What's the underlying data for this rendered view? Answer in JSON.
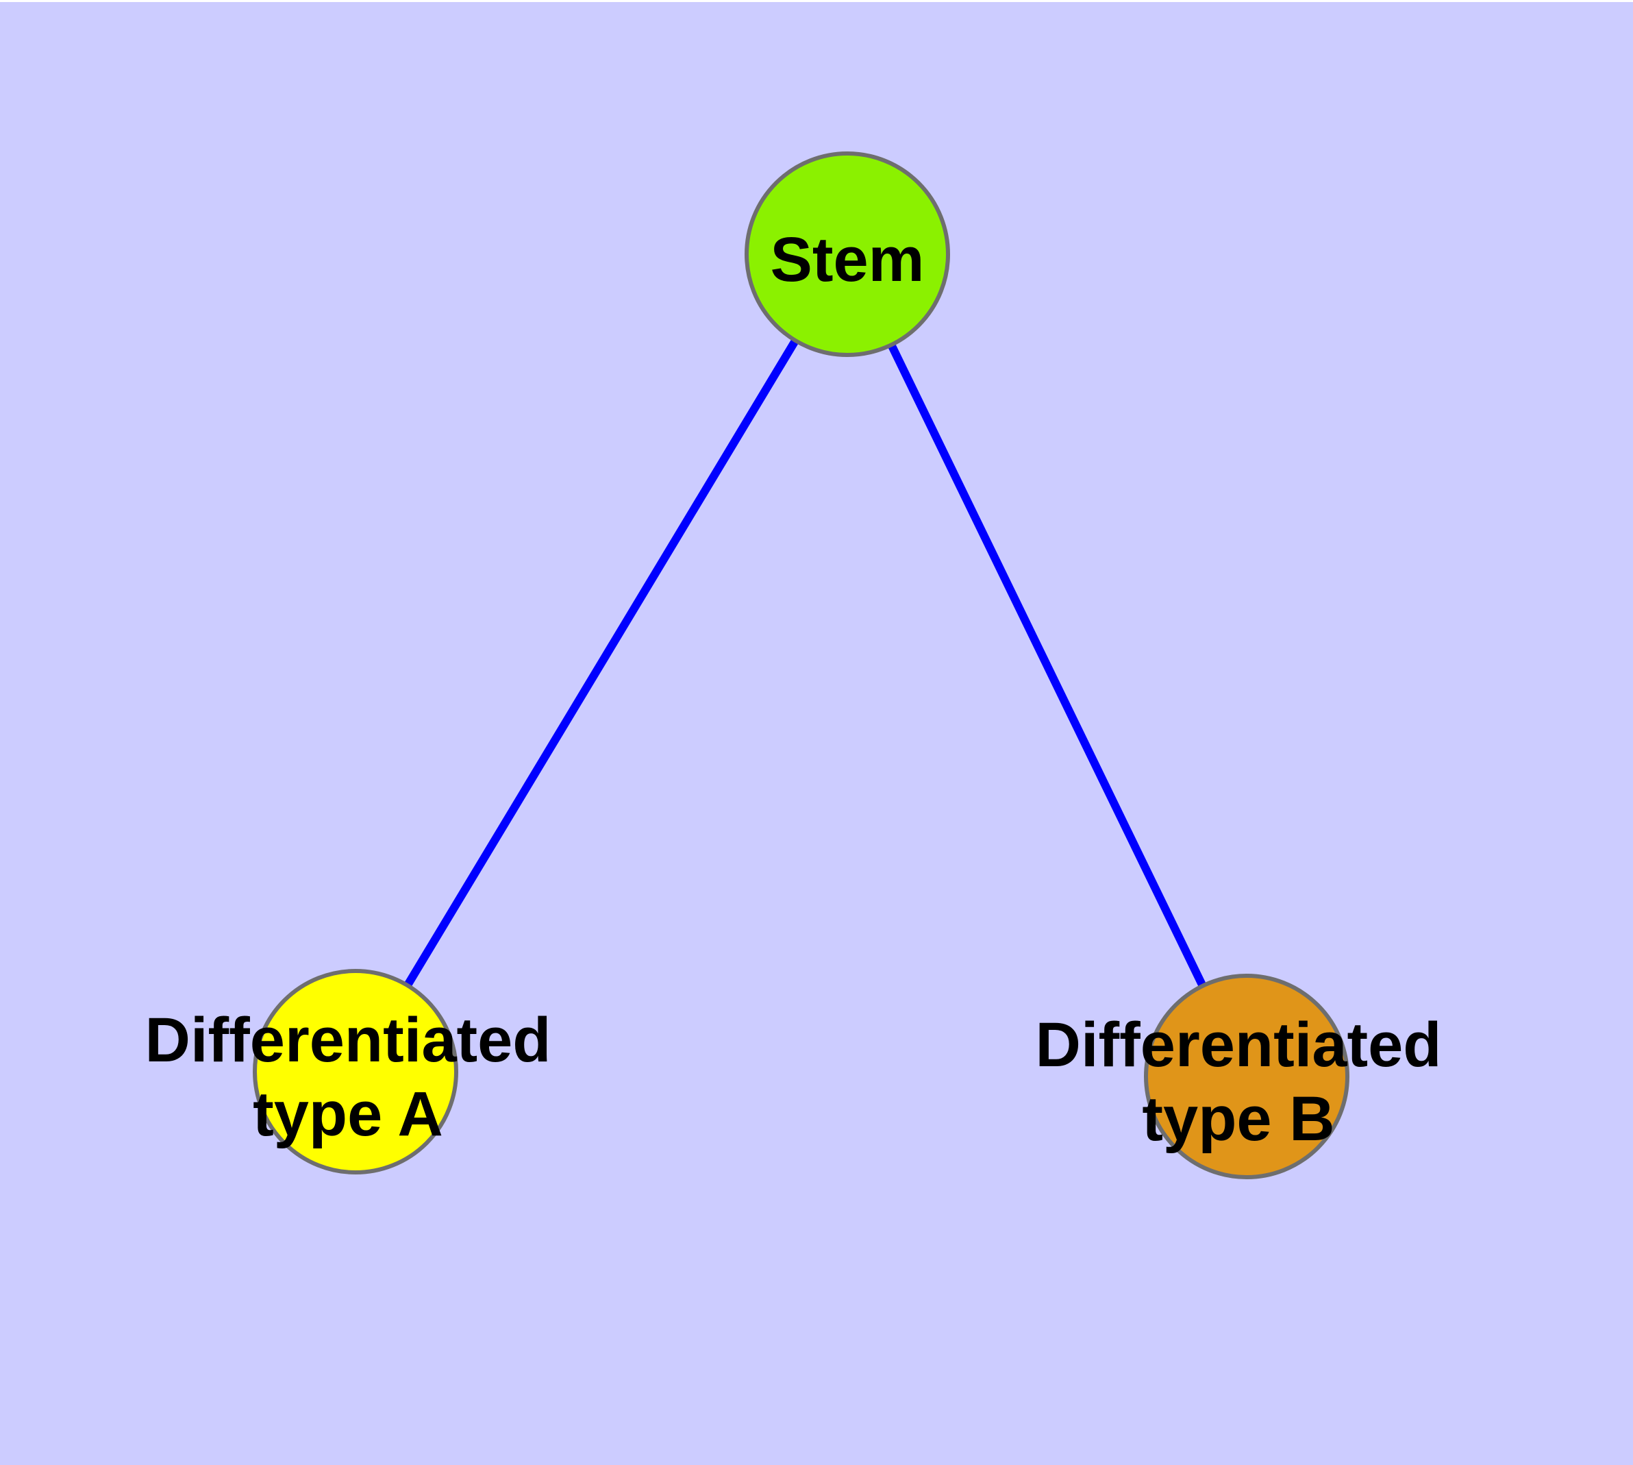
{
  "figure": {
    "kind": "node-link-graph",
    "background_color": "#CCCCFF",
    "top_strip_color": "#FFFFFF",
    "edge_color": "#0000FF",
    "node_border_color": "#6E6E6E",
    "label_color": "#000000"
  },
  "nodes": [
    {
      "id": "stem",
      "label": "Stem",
      "fill": "#8BF100"
    },
    {
      "id": "type-a",
      "label": "Differentiated\ntype A",
      "fill": "#FFFF00"
    },
    {
      "id": "type-b",
      "label": "Differentiated\ntype B",
      "fill": "#E09519"
    }
  ],
  "edges": [
    {
      "from": "stem",
      "to": "type-a"
    },
    {
      "from": "stem",
      "to": "type-b"
    }
  ]
}
